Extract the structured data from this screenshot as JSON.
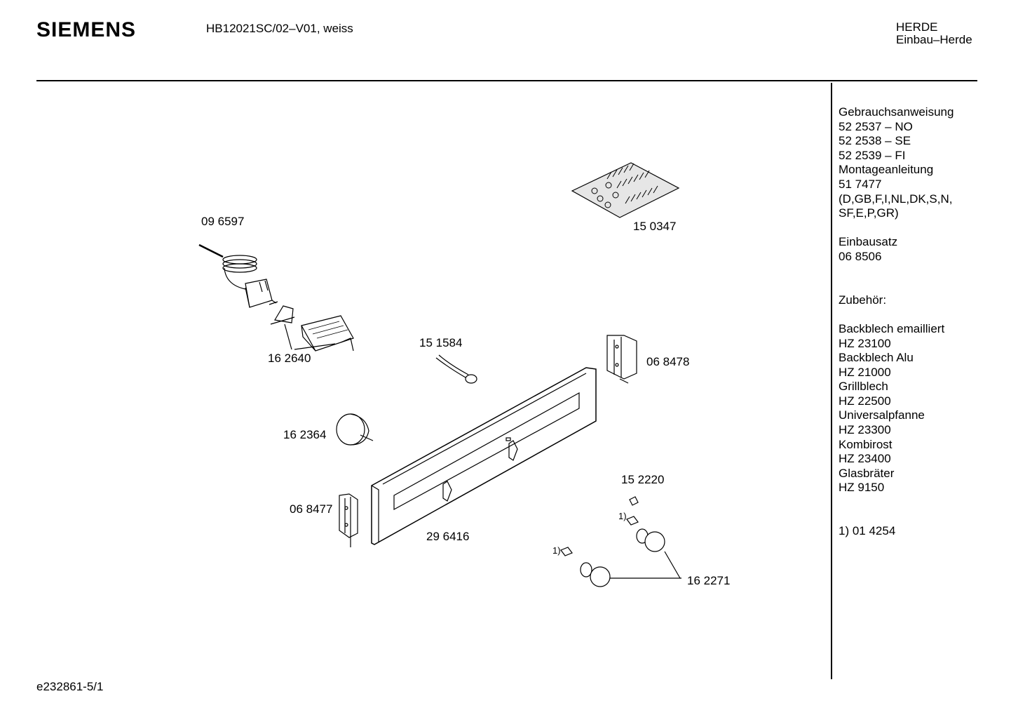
{
  "header": {
    "brand": "SIEMENS",
    "model": "HB12021SC/02–V01, weiss",
    "category_line1": "HERDE",
    "category_line2": "Einbau–Herde"
  },
  "parts": {
    "p096597": "09 6597",
    "p150347": "15 0347",
    "p162640": "16 2640",
    "p151584": "15 1584",
    "p068478": "06 8478",
    "p162364": "16 2364",
    "p152220": "15 2220",
    "p068477": "06 8477",
    "p296416": "29 6416",
    "p162271": "16 2271",
    "note1_a": "1)",
    "note1_b": "1)"
  },
  "sidebar": {
    "lines": [
      "Gebrauchsanweisung",
      "52 2537 – NO",
      "52 2538 – SE",
      "52 2539 – FI",
      "Montageanleitung",
      "51 7477",
      "(D,GB,F,I,NL,DK,S,N,",
      "SF,E,P,GR)",
      "",
      "Einbausatz",
      "06 8506",
      "",
      "",
      "Zubehör:",
      "",
      "Backblech emailliert",
      "HZ 23100",
      "Backblech Alu",
      "HZ 21000",
      "Grillblech",
      "HZ 22500",
      "Universalpfanne",
      "HZ 23300",
      "Kombirost",
      "HZ 23400",
      "Glasbräter",
      "HZ 9150",
      "",
      "",
      "1)  01 4254"
    ]
  },
  "footer": {
    "doc_id": "e232861-5/1"
  }
}
